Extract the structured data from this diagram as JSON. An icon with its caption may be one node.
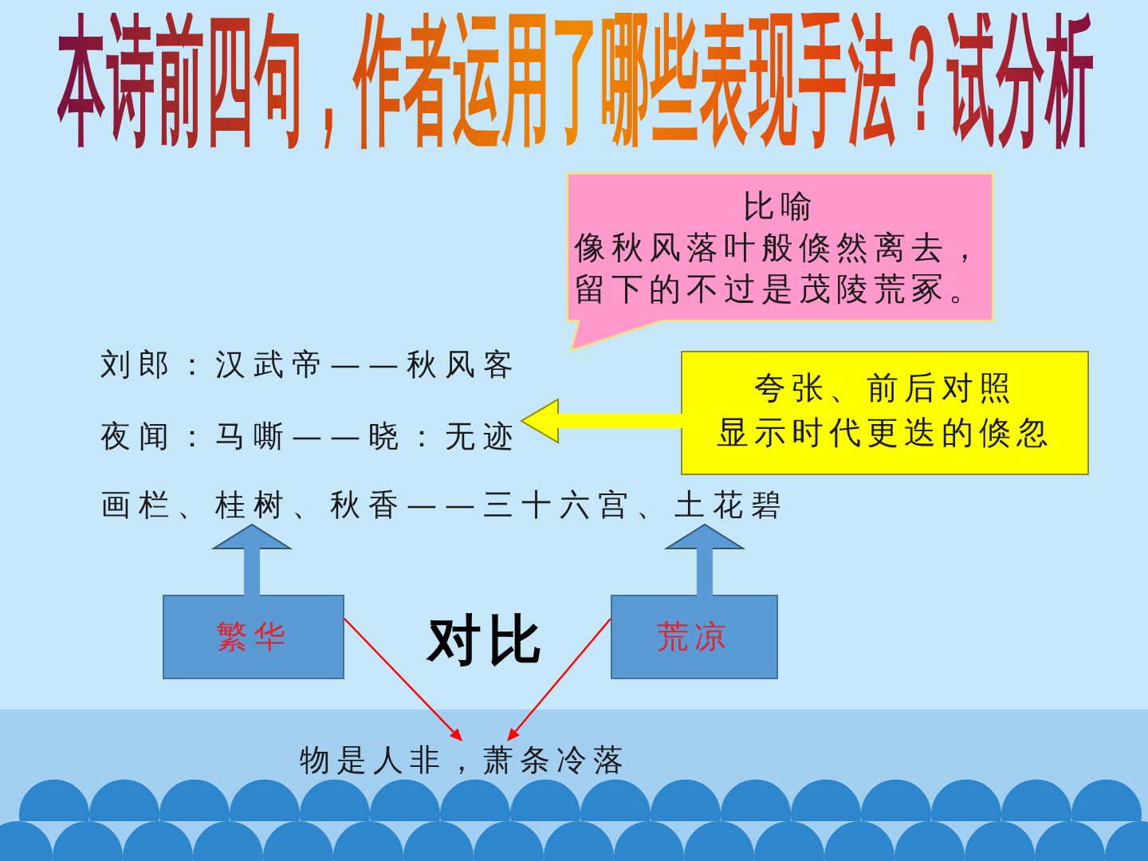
{
  "diagram": {
    "title": "本诗前四句，作者运用了哪些表现手法？试分析",
    "nodes": [
      {
        "text": [
          "比喻",
          "像秋风落叶般倏然离去，留下的不过是茂陵荒冢。"
        ]
      },
      {
        "text": [
          "刘郎：汉武帝——秋风客"
        ]
      },
      {
        "text": [
          "夜闻：马嘶——晓：无迹"
        ]
      },
      {
        "text": [
          "画栏、桂树、秋香——三十六宫、土花碧"
        ]
      },
      {
        "text": [
          "夸张、前后对照",
          "显示时代更迭的倏忽"
        ]
      },
      {
        "text": [
          "繁华"
        ]
      },
      {
        "text": [
          "荒凉"
        ]
      },
      {
        "text": [
          "物是人非，萧条冷落"
        ]
      }
    ],
    "edges": [
      {
        "from": 4,
        "to": 2,
        "arrow": "to",
        "color": "#ffff00"
      },
      {
        "from": 5,
        "to": 3,
        "arrow": "to",
        "color": "#5b9bd5"
      },
      {
        "from": 6,
        "to": 3,
        "arrow": "to",
        "color": "#5b9bd5"
      },
      {
        "from": 5,
        "to": 7,
        "arrow": "to",
        "color": "#ff0000"
      },
      {
        "from": 6,
        "to": 7,
        "arrow": "to",
        "color": "#ff0000"
      }
    ],
    "labels": [
      "对比"
    ]
  }
}
